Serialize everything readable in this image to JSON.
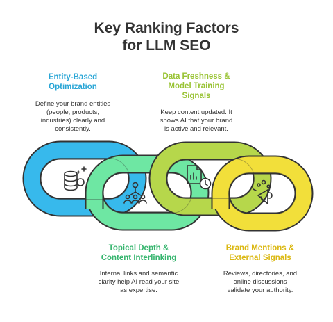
{
  "title": {
    "line1": "Key Ranking Factors",
    "line2": "for LLM SEO"
  },
  "colors": {
    "blue": "#37b9ec",
    "green": "#6ee7a3",
    "lime": "#b6d74b",
    "yellow": "#f2df3a",
    "outline": "#333333",
    "heading_blue": "#2aa6d6",
    "heading_green": "#36b56e",
    "heading_lime": "#99c334",
    "heading_yellow": "#dbb812"
  },
  "factors": [
    {
      "heading": [
        "Entity-Based",
        "Optimization"
      ],
      "description": [
        "Define your brand entities",
        "(people, products,",
        "industries) clearly and",
        "consistently."
      ],
      "icon": "database-icon"
    },
    {
      "heading": [
        "Topical Depth &",
        "Content Interlinking"
      ],
      "description": [
        "Internal links and semantic",
        "clarity help AI read your site",
        "as expertise."
      ],
      "icon": "team-network-icon"
    },
    {
      "heading": [
        "Data Freshness &",
        "Model Training",
        "Signals"
      ],
      "description": [
        "Keep content updated. It",
        "shows AI that your brand",
        "is active and relevant."
      ],
      "icon": "document-clock-icon"
    },
    {
      "heading": [
        "Brand Mentions &",
        "External Signals"
      ],
      "description": [
        "Reviews, directories, and",
        "online discussions",
        "validate your authority."
      ],
      "icon": "megaphone-icon"
    }
  ]
}
